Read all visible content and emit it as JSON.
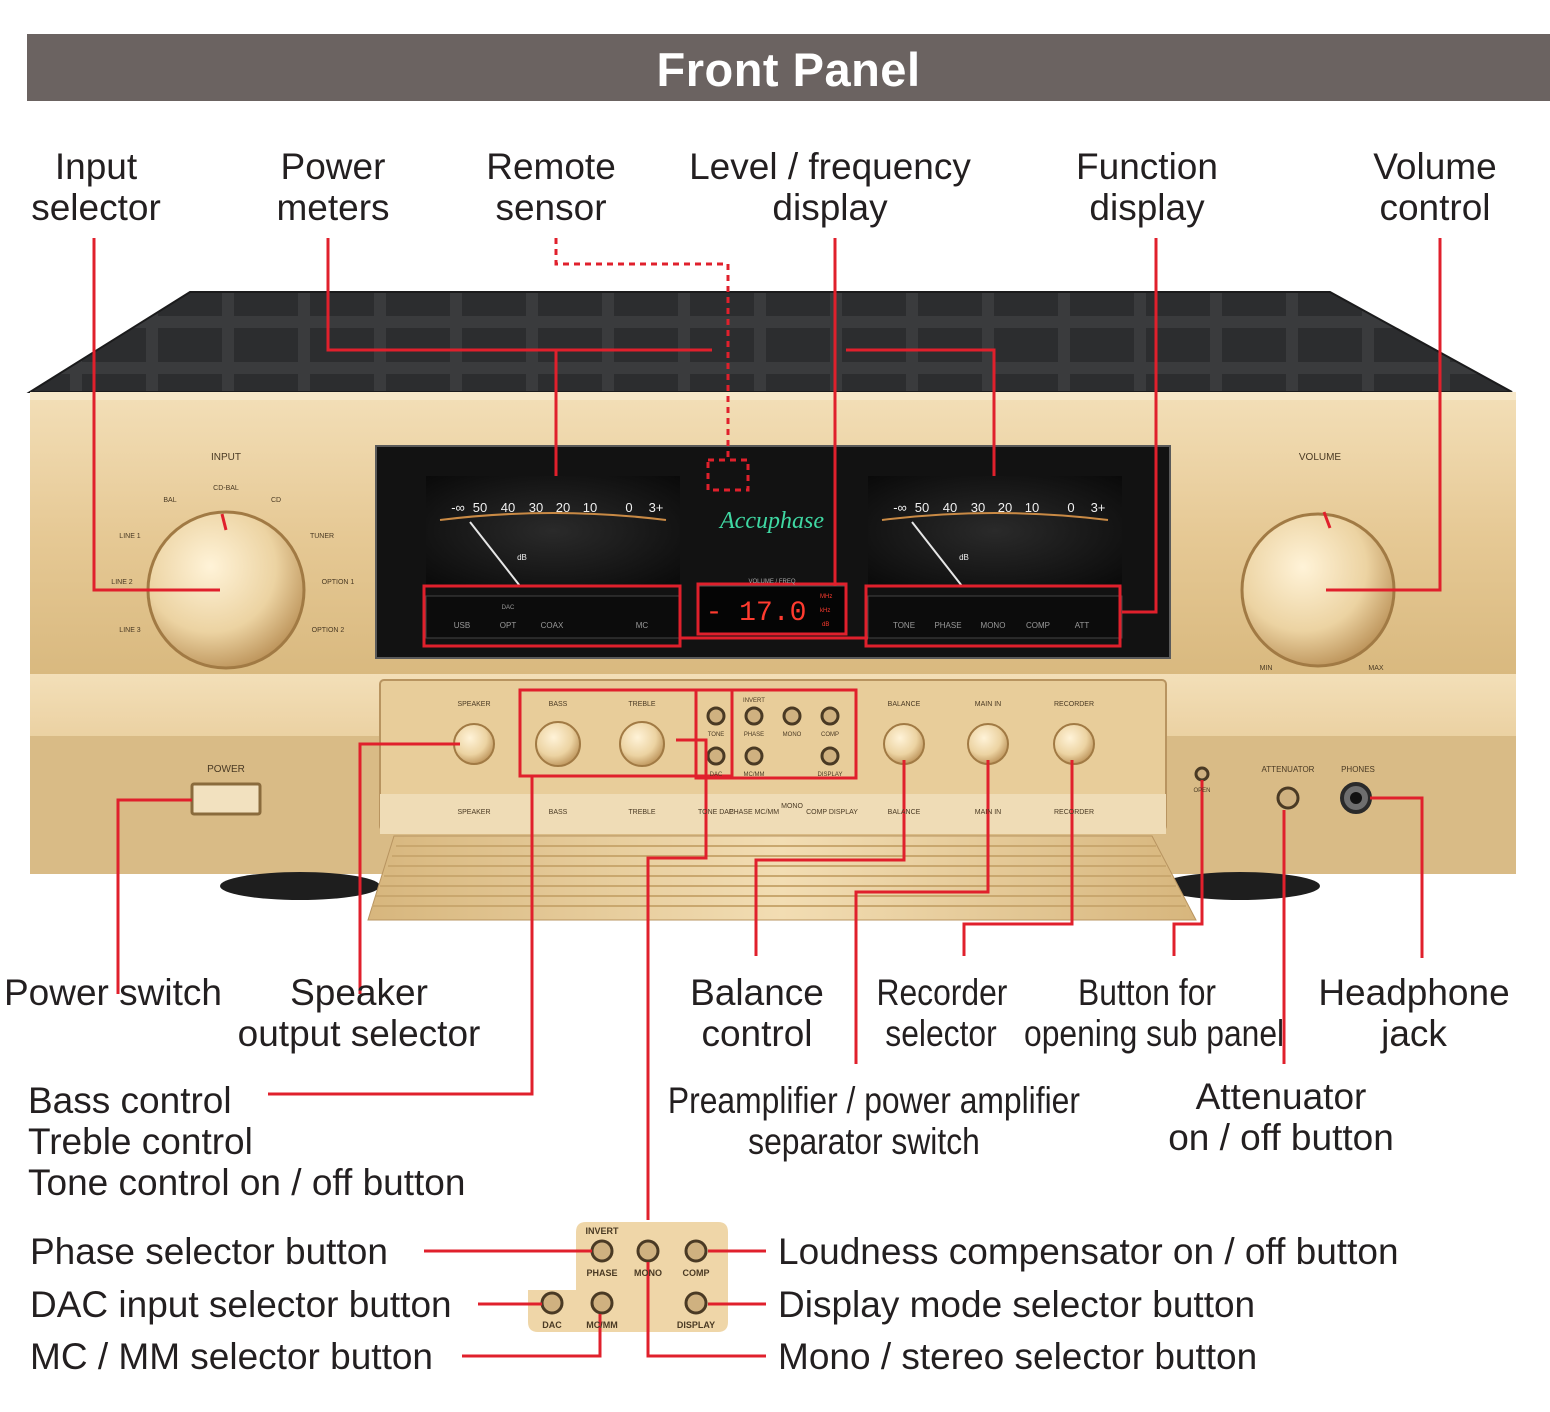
{
  "banner": {
    "title": "Front Panel"
  },
  "top_labels": {
    "input_selector": [
      "Input",
      "selector"
    ],
    "power_meters": [
      "Power",
      "meters"
    ],
    "remote_sensor": [
      "Remote",
      "sensor"
    ],
    "level_display": [
      "Level / frequency",
      "display"
    ],
    "function_display": [
      "Function",
      "display"
    ],
    "volume_control": [
      "Volume",
      "control"
    ]
  },
  "bottom_labels": {
    "power_switch": "Power switch",
    "speaker_selector": [
      "Speaker",
      "output selector"
    ],
    "balance_control": [
      "Balance",
      "control"
    ],
    "recorder_selector": [
      "Recorder",
      "selector"
    ],
    "sub_panel_button": [
      "Button for",
      "opening sub panel"
    ],
    "headphone_jack": [
      "Headphone",
      "jack"
    ],
    "preamp_separator": [
      "Preamplifier / power amplifier",
      "separator switch"
    ],
    "attenuator": [
      "Attenuator",
      "on / off button"
    ],
    "tone_group": [
      "Bass control",
      "Treble control",
      "Tone control on / off button"
    ]
  },
  "detail_labels": {
    "phase": "Phase selector button",
    "dac": "DAC input selector button",
    "mcmm": "MC / MM selector button",
    "loudness": "Loudness compensator on / off button",
    "display_mode": "Display mode selector button",
    "mono": "Mono / stereo selector button"
  },
  "panel_text": {
    "input": "INPUT",
    "volume": "VOLUME",
    "power": "POWER",
    "brand": "Accuphase",
    "display_value": "- 17.0",
    "display_units": [
      "MHz",
      "kHz",
      "dB"
    ],
    "volume_freq": "VOLUME / FREQ",
    "meter_scale": [
      "-∞",
      "50",
      "40",
      "30",
      "20",
      "10",
      "0",
      "3+"
    ],
    "meter_db": "dB",
    "dac_label": "DAC",
    "dac_inputs": [
      "USB",
      "OPT",
      "COAX"
    ],
    "mc_label": "MC",
    "func_items": [
      "TONE",
      "PHASE",
      "MONO",
      "COMP",
      "ATT"
    ],
    "input_positions": [
      "CD-BAL",
      "BAL",
      "CD",
      "LINE 1",
      "TUNER",
      "LINE 2",
      "OPTION 1",
      "LINE 3",
      "OPTION 2"
    ],
    "volume_min": "MIN",
    "volume_max": "MAX",
    "sub_knobs": [
      "SPEAKER",
      "BASS",
      "TREBLE",
      "BALANCE",
      "MAIN IN",
      "RECORDER"
    ],
    "sub_bottom": [
      "SPEAKER",
      "BASS",
      "TREBLE",
      "TONE DAC",
      "PHASE MC/MM",
      "MONO",
      "COMP DISPLAY",
      "BALANCE",
      "MAIN IN",
      "RECORDER"
    ],
    "sub_buttons": [
      "INVERT",
      "TONE",
      "PHASE",
      "MONO",
      "COMP",
      "DAC",
      "MC/MM",
      "DISPLAY"
    ],
    "open": "OPEN",
    "attenuator": "ATTENUATOR",
    "phones": "PHONES"
  },
  "detail_panel": {
    "invert": "INVERT",
    "phase": "PHASE",
    "mono": "MONO",
    "comp": "COMP",
    "dac": "DAC",
    "mcmm": "MC/MM",
    "display": "DISPLAY"
  },
  "colors": {
    "banner": "#6b6361",
    "callout": "#e0202c",
    "gold": "#e9cfa0",
    "display_green": "#3fd8a3",
    "display_red": "#ff3b2f"
  }
}
